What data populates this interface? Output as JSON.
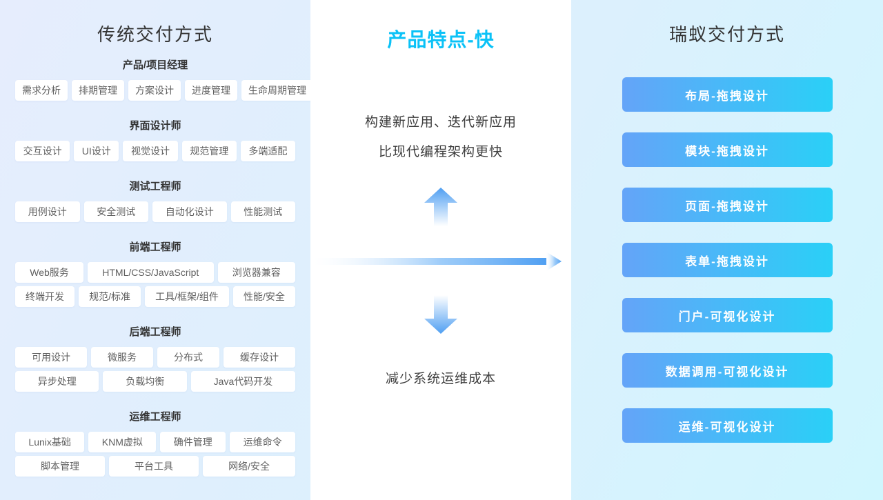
{
  "left": {
    "title": "传统交付方式",
    "groups": [
      {
        "label": "产品/项目经理",
        "rows": [
          [
            "需求分析",
            "排期管理",
            "方案设计",
            "进度管理",
            "生命周期管理"
          ]
        ]
      },
      {
        "label": "界面设计师",
        "rows": [
          [
            "交互设计",
            "UI设计",
            "视觉设计",
            "规范管理",
            "多端适配"
          ]
        ]
      },
      {
        "label": "测试工程师",
        "rows": [
          [
            "用例设计",
            "安全测试",
            "自动化设计",
            "性能测试"
          ]
        ]
      },
      {
        "label": "前端工程师",
        "rows": [
          [
            "Web服务",
            "HTML/CSS/JavaScript",
            "浏览器兼容"
          ],
          [
            "终端开发",
            "规范/标准",
            "工具/框架/组件",
            "性能/安全"
          ]
        ]
      },
      {
        "label": "后端工程师",
        "rows": [
          [
            "可用设计",
            "微服务",
            "分布式",
            "缓存设计"
          ],
          [
            "异步处理",
            "负载均衡",
            "Java代码开发"
          ]
        ]
      },
      {
        "label": "运维工程师",
        "rows": [
          [
            "Lunix基础",
            "KNM虚拟",
            "确件管理",
            "运维命令"
          ],
          [
            "脚本管理",
            "平台工具",
            "网络/安全"
          ]
        ]
      }
    ]
  },
  "center": {
    "title": "产品特点-快",
    "top_lines": [
      "构建新应用、迭代新应用",
      "比现代编程架构更快"
    ],
    "bottom_line": "减少系统运维成本",
    "icons": [
      "arrow-up-icon",
      "arrow-right-icon",
      "arrow-down-icon"
    ]
  },
  "right": {
    "title": "瑞蚁交付方式",
    "buttons": [
      "布局-拖拽设计",
      "模块-拖拽设计",
      "页面-拖拽设计",
      "表单-拖拽设计",
      "门户-可视化设计",
      "数据调用-可视化设计",
      "运维-可视化设计"
    ]
  },
  "colors": {
    "accent": "#0bc2f7",
    "button_gradient_from": "#64a4f8",
    "button_gradient_to": "#2ad0f7",
    "arrow_blue": "#4f9ff2",
    "background_from": "#e6edfd",
    "background_to": "#d0f6fe",
    "text_dark": "#333333",
    "tag_text": "#5f5f5f"
  }
}
